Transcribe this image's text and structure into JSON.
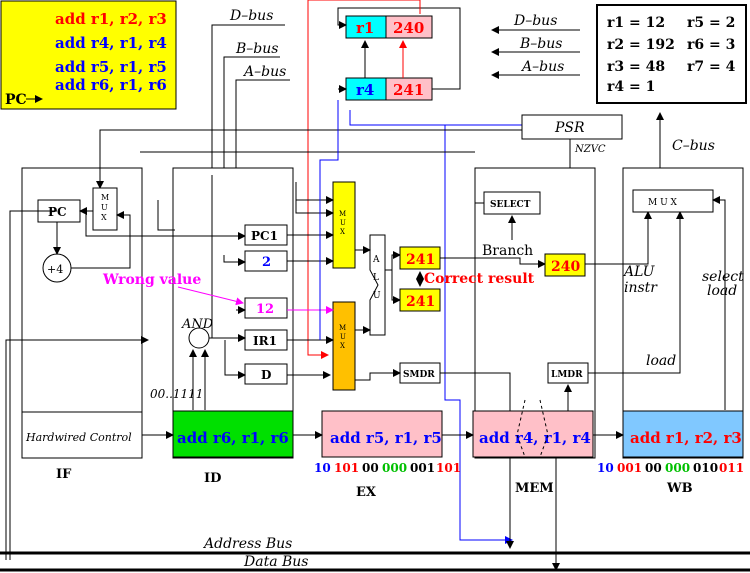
{
  "program": {
    "instructions": [
      "add r1, r2, r3",
      "add r4, r1, r4",
      "add r5, r1, r5",
      "add r6, r1, r6"
    ],
    "pc_label": "PC"
  },
  "registers": {
    "r1": "r1 = 12",
    "r2": "r2 = 192",
    "r3": "r3 = 48",
    "r4": "r4 = 1",
    "r5": "r5 = 2",
    "r6": "r6 = 3",
    "r7": "r7 = 4"
  },
  "bypass": {
    "r1_name": "r1",
    "r1_value": "240",
    "r4_name": "r4",
    "r4_value": "241"
  },
  "buses": {
    "d_bus": "D–bus",
    "b_bus": "B–bus",
    "a_bus": "A–bus",
    "c_bus": "C–bus",
    "address_bus": "Address Bus",
    "data_bus": "Data Bus"
  },
  "blocks": {
    "psr": "PSR",
    "nzvc": "NZVC",
    "select": "SELECT",
    "mux_wb": "M U X",
    "pc": "PC",
    "plus4": "+4",
    "pc1": "PC1",
    "ir1": "IR1",
    "d": "D",
    "and": "AND",
    "smdr": "SMDR",
    "lmdr": "LMDR",
    "alu": "ALU",
    "mux_letters": "MUX",
    "hardwired": "Hardwired Control",
    "mask": "00..1111",
    "imm2": "2",
    "wrong_val": "12"
  },
  "values": {
    "ex_out_top": "241",
    "ex_out_bot": "241",
    "mem_out": "240"
  },
  "labels": {
    "branch": "Branch",
    "wrong_value": "Wrong value",
    "correct_result": "Correct result",
    "alu_instr": "ALU instr",
    "alu_l1": "ALU",
    "alu_l2": "instr",
    "select_load_l1": "select",
    "select_load_l2": "load",
    "load": "load"
  },
  "stages": {
    "if": "IF",
    "id": "ID",
    "ex": "EX",
    "mem": "MEM",
    "wb": "WB",
    "id_instr": "add r6, r1, r6",
    "ex_instr": "add r5, r1, r5",
    "mem_instr": "add r4, r1, r4",
    "wb_instr": "add r1, r2, r3"
  },
  "encodings": {
    "ex": [
      "10",
      "101",
      "00",
      "000",
      "001",
      "101"
    ],
    "wb": [
      "10",
      "001",
      "00",
      "000",
      "010",
      "011"
    ]
  },
  "colors": {
    "yellow": "#ffff00",
    "cyan": "#00ffff",
    "pink": "#ffc0c8",
    "green": "#00e000",
    "light_blue": "#80c8ff",
    "orange": "#ffc000",
    "red": "#ff0000",
    "blue": "#0000ff",
    "magenta": "#ff00ff"
  }
}
